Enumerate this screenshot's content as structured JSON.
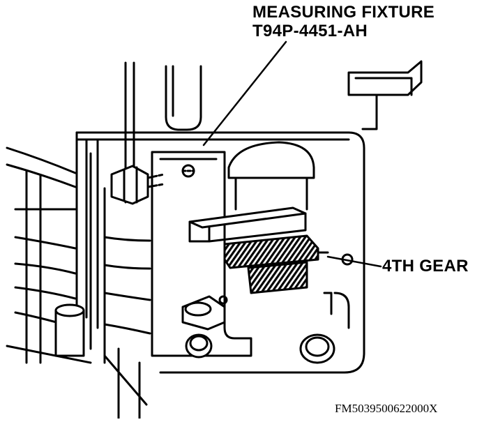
{
  "callouts": {
    "fixture_name": "MEASURING FIXTURE",
    "fixture_part_number": "T94P-4451-AH",
    "gear": "4TH GEAR"
  },
  "figure_id": "FM5039500622000X",
  "colors": {
    "ink": "#000000",
    "paper": "#ffffff"
  }
}
